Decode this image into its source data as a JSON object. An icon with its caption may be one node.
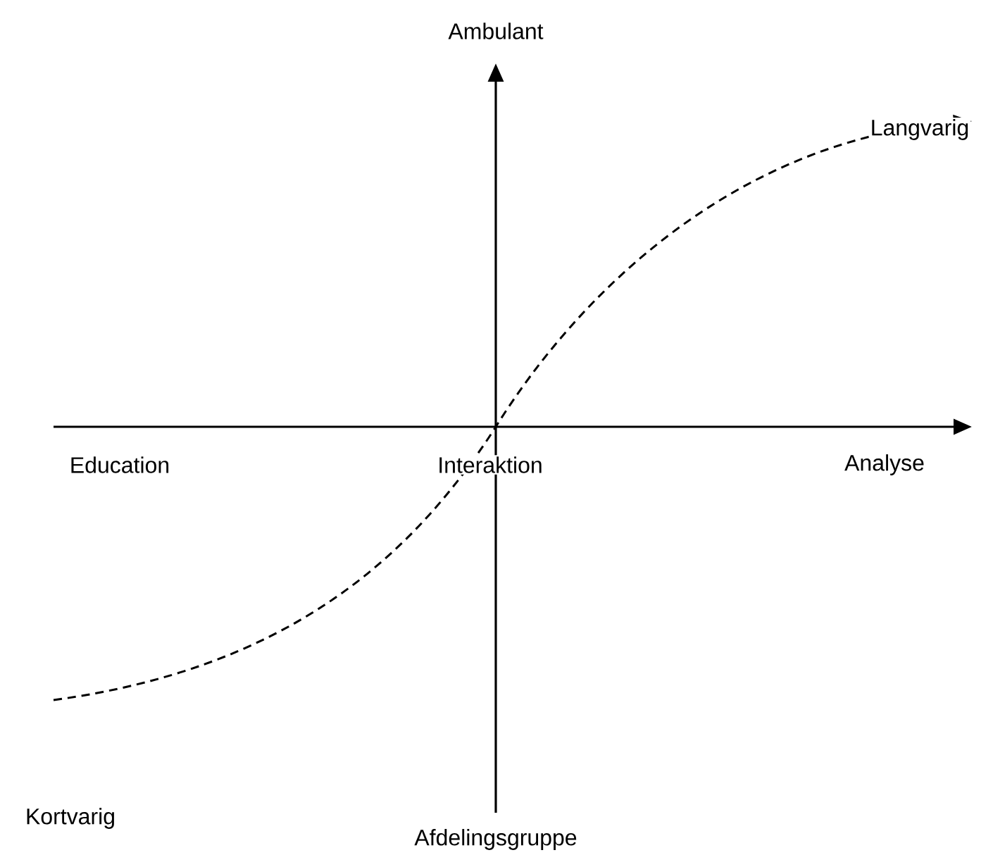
{
  "diagram": {
    "labels": [
      "Ambulant",
      "Langvarig",
      "Education",
      "Interaktion",
      "Analyse",
      "Kortvarig",
      "Afdelingsgruppe"
    ]
  }
}
